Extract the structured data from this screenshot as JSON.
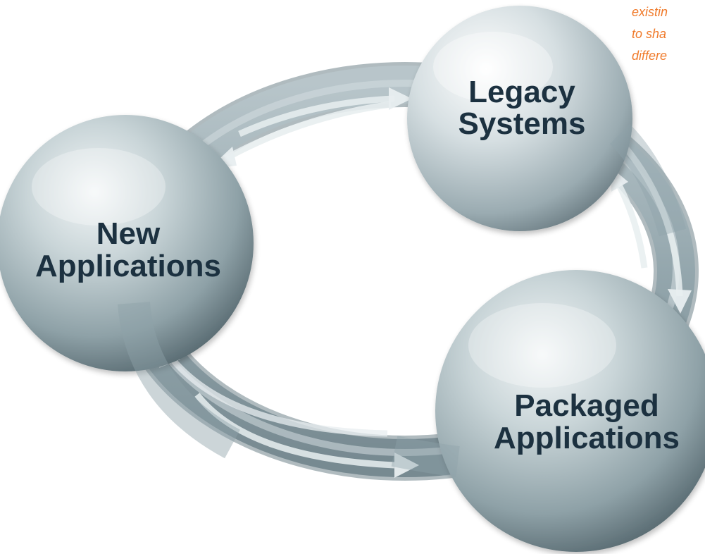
{
  "corner_caption": {
    "lines": [
      "existin",
      "to sha",
      "differe"
    ],
    "color": "#f07a2a"
  },
  "nodes": {
    "legacy": {
      "line1": "Legacy",
      "line2": "Systems"
    },
    "new_apps": {
      "line1": "New",
      "line2": "Applications"
    },
    "packaged": {
      "line1": "Packaged",
      "line2": "Applications"
    }
  },
  "colors": {
    "label": "#1c3140",
    "sphere_light": "#f2f6f7",
    "sphere_mid": "#a9babf",
    "sphere_dark": "#4e6068",
    "ring": "#90a4ab",
    "arrow": "#e9eef0"
  }
}
